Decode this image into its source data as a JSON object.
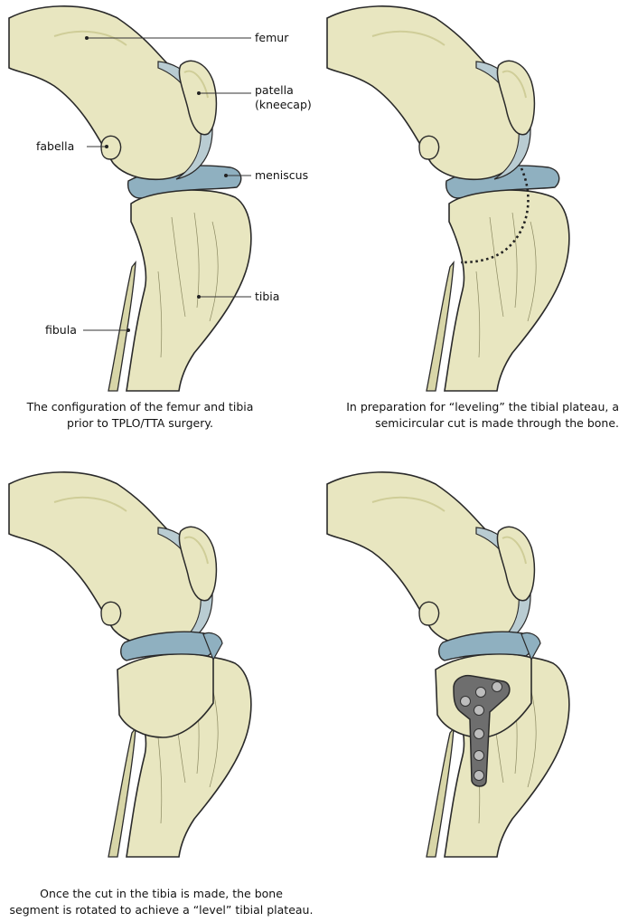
{
  "labels": {
    "femur": "femur",
    "patella_line1": "patella",
    "patella_line2": "(kneecap)",
    "fabella": "fabella",
    "meniscus": "meniscus",
    "tibia": "tibia",
    "fibula": "fibula"
  },
  "captions": {
    "panel1_line1": "The configuration of the femur and tibia",
    "panel1_line2": "prior to TPLO/TTA surgery.",
    "panel2_line1": "In preparation for “leveling” the tibial plateau, a",
    "panel2_line2": "semicircular cut is made through the bone.",
    "panel3_line1": "Once the cut in the tibia is made, the bone",
    "panel3_line2": "segment is rotated to achieve a “level” tibial plateau."
  },
  "colors": {
    "bone": "#e8e6c0",
    "bone_shadow": "#cfcd98",
    "cartilage": "#b9ccd2",
    "meniscus": "#8fb0c0",
    "outline": "#2a2a2a",
    "plate": "#6e6e6e"
  }
}
